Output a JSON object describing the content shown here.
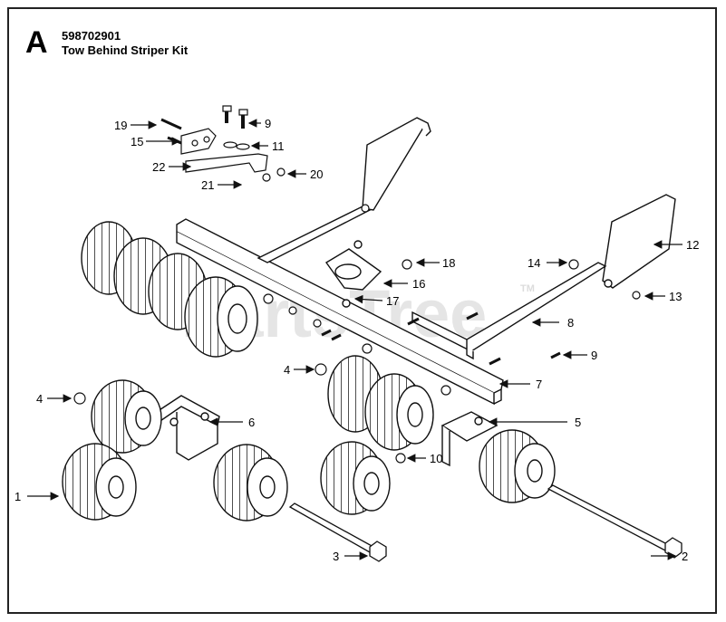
{
  "header": {
    "section_letter": "A",
    "part_number": "598702901",
    "title": "Tow Behind Striper Kit"
  },
  "watermark": {
    "text": "PartsTree",
    "tm": "TM"
  },
  "callouts": {
    "c1": "1",
    "c2": "2",
    "c3": "3",
    "c4a": "4",
    "c4b": "4",
    "c5": "5",
    "c6": "6",
    "c7": "7",
    "c8": "8",
    "c9a": "9",
    "c9b": "9",
    "c10": "10",
    "c11": "11",
    "c12": "12",
    "c13": "13",
    "c14": "14",
    "c15": "15",
    "c16": "16",
    "c17": "17",
    "c18": "18",
    "c19": "19",
    "c20": "20",
    "c21": "21",
    "c22": "22"
  },
  "colors": {
    "line": "#111111",
    "watermark": "#d9d9d9"
  }
}
